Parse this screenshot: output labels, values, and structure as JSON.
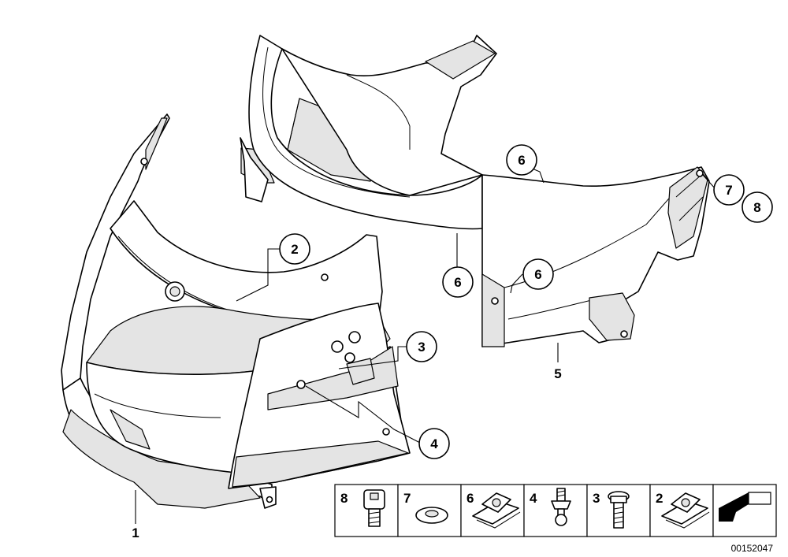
{
  "callouts": {
    "c1": "1",
    "c2": "2",
    "c3": "3",
    "c4": "4",
    "c5": "5",
    "c6a": "6",
    "c6b": "6",
    "c6c": "6",
    "c7": "7",
    "c8": "8"
  },
  "hardware_legend": [
    {
      "number": "8",
      "icon": "hex-socket-bolt-icon"
    },
    {
      "number": "7",
      "icon": "washer-icon"
    },
    {
      "number": "6",
      "icon": "clip-nut-icon"
    },
    {
      "number": "4",
      "icon": "ball-stud-icon"
    },
    {
      "number": "3",
      "icon": "collar-screw-icon"
    },
    {
      "number": "2",
      "icon": "clip-nut-icon"
    },
    {
      "number": "",
      "icon": "arrow-icon"
    }
  ],
  "drawing_number": "00152047"
}
